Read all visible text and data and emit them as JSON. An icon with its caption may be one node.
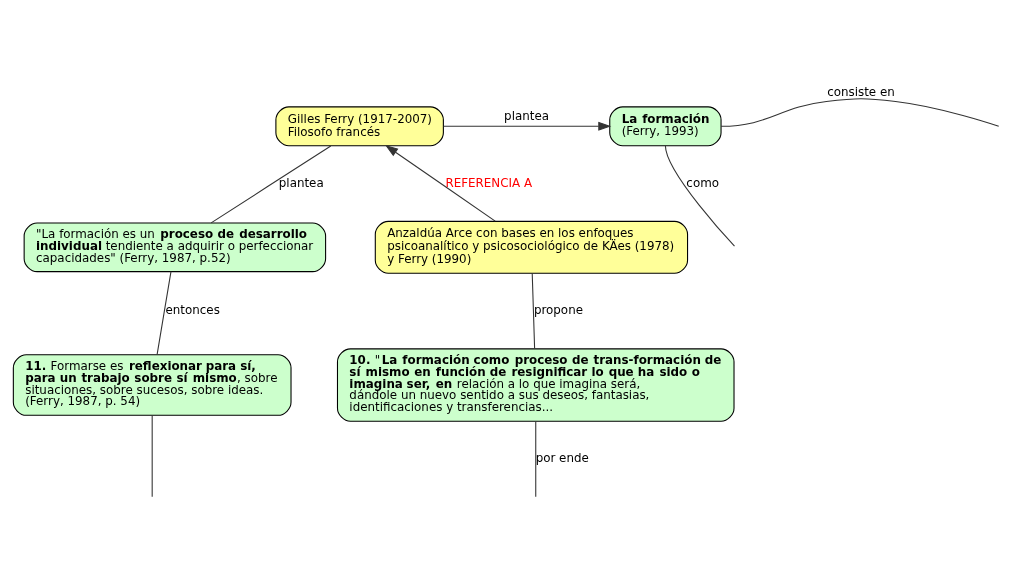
{
  "diagram": {
    "nodes": [
      {
        "text": [
          "Gilles Ferry (1917-2007) Filosofo francés"
        ]
      },
      {
        "text": [
          "La formación",
          "(Ferry, 1993)"
        ]
      },
      {
        "text": [
          "\"La formación es un **proceso de desarrollo individual** tendiente a adquirir o perfeccionar capacidades\" (Ferry, 1987, p.52)"
        ]
      },
      {
        "text": [
          "Anzaldúa Arce con bases en los enfoques psicoanalítico y psicosociológico de KÄes (1978) y Ferry (1990)"
        ]
      },
      {
        "text": [
          "**10.** \"**La formación como proceso de trans-formación de sí mismo en función de resignificar lo que ha sido o imagina ser, en** relación a lo que imagina será, dándole un nuevo sentido a sus deseos, fantasias, identificaciones y transferencias..."
        ]
      },
      {
        "text": [
          "**11.** Formarse es **reflexionar para sí, para un trabajo sobre sí mismo**, sobre situaciones, sobre sucesos, sobre ideas. (Ferry, 1987, p. 54)"
        ]
      }
    ],
    "edges": [
      {
        "from": 0,
        "to": 1,
        "arrow": "to",
        "label": "plantea"
      },
      {
        "from": 1,
        "to": null,
        "arrow": "none",
        "label": "consiste en"
      },
      {
        "from": 1,
        "to": null,
        "arrow": "none",
        "label": "como"
      },
      {
        "from": 0,
        "to": 2,
        "arrow": "none",
        "label": "plantea"
      },
      {
        "from": 3,
        "to": 0,
        "arrow": "to",
        "label": "REFERENCIA A"
      },
      {
        "from": 2,
        "to": 5,
        "arrow": "none",
        "label": "entonces"
      },
      {
        "from": 3,
        "to": 4,
        "arrow": "none",
        "label": "propone"
      },
      {
        "from": 4,
        "to": null,
        "arrow": "none",
        "label": "por ende"
      },
      {
        "from": 5,
        "to": null,
        "arrow": "none"
      }
    ]
  }
}
